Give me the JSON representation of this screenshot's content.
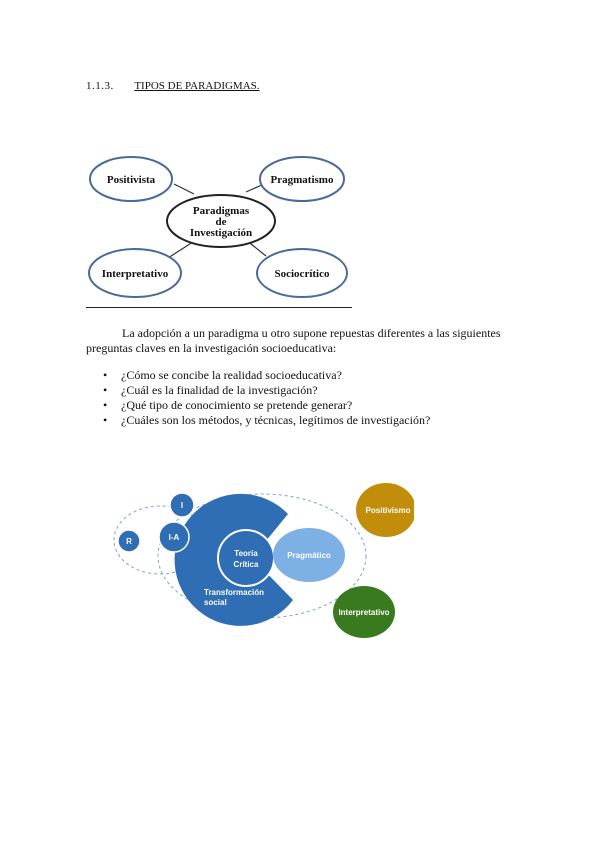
{
  "heading": {
    "number": "1.1.3.",
    "title": "TIPOS DE PARADIGMAS."
  },
  "diagram1": {
    "center_lines": [
      "Paradigmas",
      "de",
      "Investigación"
    ],
    "nodes": {
      "top_left": "Positivista",
      "top_right": "Pragmatismo",
      "bottom_left": "Interpretativo",
      "bottom_right": "Sociocrítico"
    }
  },
  "paragraph": "La adopción a un paradigma u otro supone repuestas diferentes a las siguientes preguntas claves en la investigación socioeducativa:",
  "bullets": [
    "¿Cómo se concibe la realidad socioeducativa?",
    "¿Cuál es la finalidad de la investigación?",
    "¿Qué tipo de conocimiento se pretende generar?",
    "¿Cuáles son los métodos, y técnicas, legítimos de investigación?"
  ],
  "diagram2": {
    "small_circles": {
      "top": "I",
      "left": "R",
      "middle": "I-A"
    },
    "teoria_critica": [
      "Teoría",
      "Crítica"
    ],
    "pragmatico": "Pragmático",
    "transformacion": [
      "Transformación",
      "social"
    ],
    "positivismo": "Positivismo",
    "interpretativo": "Interpretativo",
    "colors": {
      "dark_blue": "#2f6db5",
      "light_blue": "#6fa3dc",
      "gold": "#c38d0c",
      "green": "#3a7a1f"
    }
  }
}
